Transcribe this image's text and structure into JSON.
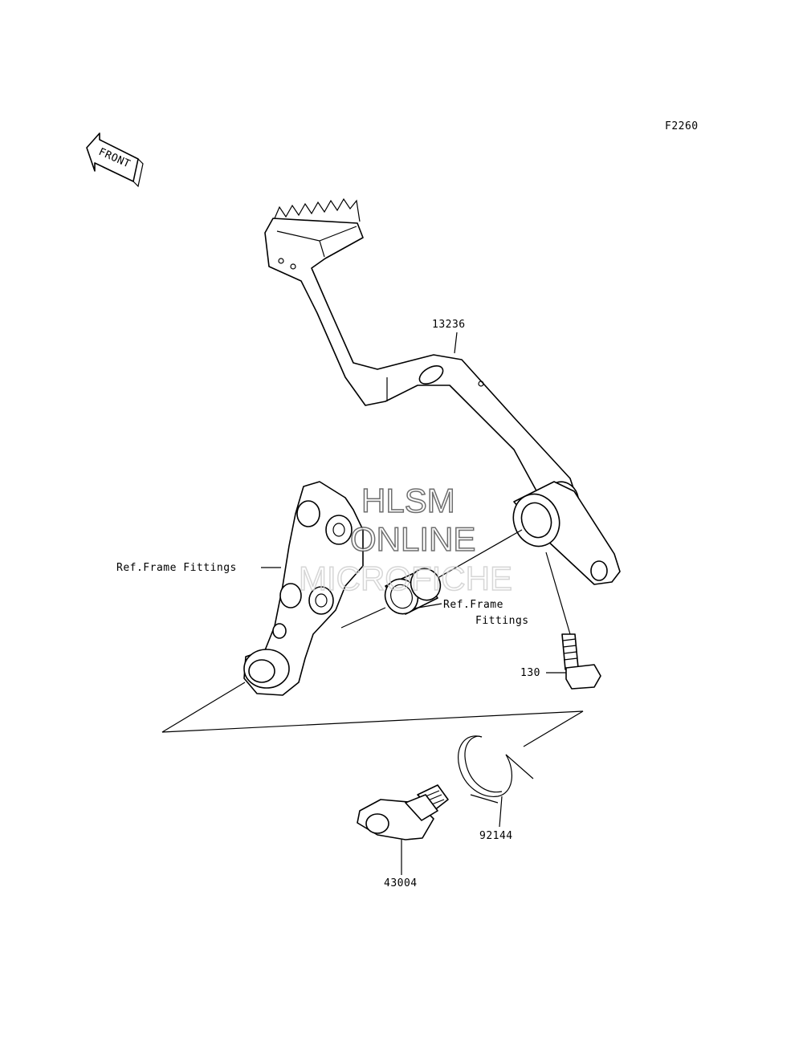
{
  "diagram_code": "F2260",
  "front_label": "FRONT",
  "parts": {
    "brake_pedal": "13236",
    "bolt": "130",
    "spring": "92144",
    "lever": "43004"
  },
  "ref_labels": {
    "frame_left": "Ref.Frame Fittings",
    "frame_right_1": "Ref.Frame",
    "frame_right_2": "Fittings"
  },
  "watermark": {
    "line1": "HLSM",
    "line2": "ONLINE",
    "line3": "MICROFICHE"
  }
}
